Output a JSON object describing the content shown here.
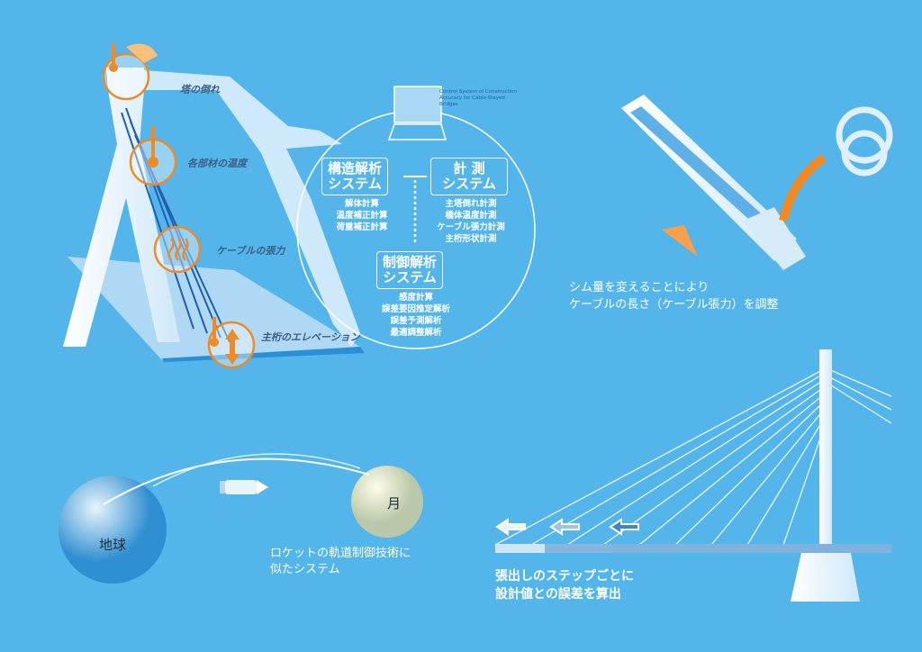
{
  "bridge_labels": {
    "tower_tilt": "塔の倒れ",
    "temperature": "各部材の温度",
    "cable_tension": "ケーブルの張力",
    "girder_elevation": "主桁のエレベーション"
  },
  "laptop_caption": "Control System of Construction Accuracy for Cable-Stayed Bridges",
  "systems": {
    "structural": {
      "title": [
        "構造解析",
        "システム"
      ],
      "items": [
        "解体計算",
        "温度補正計算",
        "荷重補正計算"
      ]
    },
    "measurement": {
      "title": [
        "計 測",
        "システム"
      ],
      "items": [
        "主塔倒れ計測",
        "橋体温度計測",
        "ケーブル張力計測",
        "主桁形状計測"
      ]
    },
    "control": {
      "title": [
        "制御解析",
        "システム"
      ],
      "items": [
        "感度計算",
        "誤差要因推定解析",
        "誤差予測解析",
        "最適調整解析"
      ]
    }
  },
  "shim_caption": [
    "シム量を変えることにより",
    "ケーブルの長さ（ケーブル張力）を調整"
  ],
  "rocket": {
    "earth": "地球",
    "moon": "月",
    "caption": [
      "ロケットの軌道制御技術に",
      "似たシステム"
    ]
  },
  "cantilever_caption": [
    "張出しのステップごとに",
    "設計値との誤差を算出"
  ],
  "colors": {
    "background": "#53b5e9",
    "accent": "#f08a24"
  }
}
